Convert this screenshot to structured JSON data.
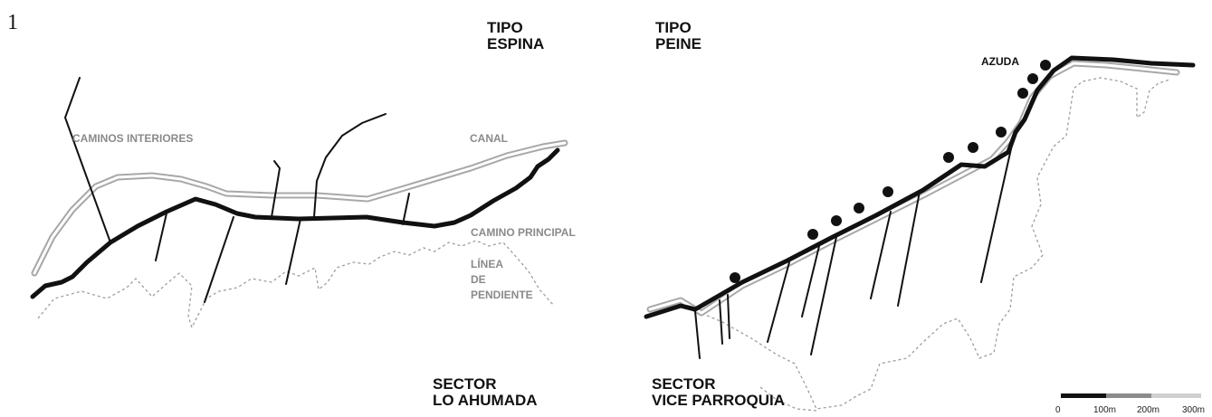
{
  "figure_number": "1",
  "left_panel": {
    "heading": [
      "TIPO",
      "ESPINA"
    ],
    "sector": [
      "SECTOR",
      "LO AHUMADA"
    ],
    "labels": {
      "caminos_interiores": "CAMINOS INTERIORES",
      "canal": "CANAL",
      "camino_principal": "CAMINO PRINCIPAL",
      "linea_de_pendiente": [
        "LÍNEA",
        "DE",
        "PENDIENTE"
      ]
    }
  },
  "right_panel": {
    "heading": [
      "TIPO",
      "PEINE"
    ],
    "sector": [
      "SECTOR",
      "VICE PARROQUIA"
    ],
    "labels": {
      "azuda": "AZUDA"
    },
    "azuda_count": 11
  },
  "scale_bar": {
    "ticks": [
      "0",
      "100m",
      "200m",
      "300m"
    ],
    "segment_colors": [
      "#111111",
      "#8c8c8c",
      "#cfcfcf"
    ]
  },
  "colors": {
    "camino": "#111111",
    "canal": "#a8a8a8",
    "slope_line": "#9e9e9e",
    "label_gray": "#8a8a8a"
  }
}
